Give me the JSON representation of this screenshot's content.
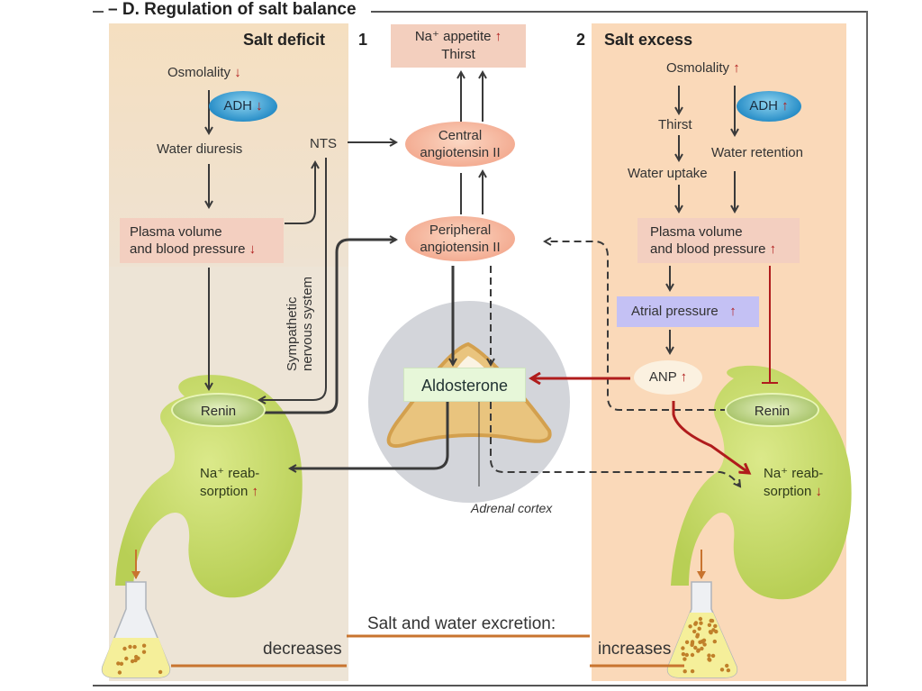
{
  "title": "– D.  Regulation of salt balance",
  "panels": {
    "left": {
      "header": "Salt deficit",
      "number": "1"
    },
    "right": {
      "header": "Salt excess",
      "number": "2"
    }
  },
  "center": {
    "top_box": {
      "line1": "Na⁺ appetite",
      "line2": "Thirst",
      "indicator": "up"
    },
    "central_angiotensin": {
      "line1": "Central",
      "line2": "angiotensin II"
    },
    "peripheral_angiotensin": {
      "line1": "Peripheral",
      "line2": "angiotensin II"
    },
    "aldosterone": "Aldosterone",
    "adrenal_label": "Adrenal cortex"
  },
  "left": {
    "osmolality": "Osmolality",
    "osmolality_indicator": "down",
    "adh": "ADH",
    "adh_indicator": "down",
    "water_diuresis": "Water diuresis",
    "nts": "NTS",
    "plasma_line1": "Plasma volume",
    "plasma_line2": "and blood pressure",
    "plasma_indicator": "down",
    "sympathetic_line1": "Sympathetic",
    "sympathetic_line2": "nervous system",
    "renin": "Renin",
    "na_line1": "Na⁺ reab-",
    "na_line2": "sorption",
    "na_indicator": "up",
    "excretion": "decreases"
  },
  "right": {
    "osmolality": "Osmolality",
    "osmolality_indicator": "up",
    "adh": "ADH",
    "adh_indicator": "up",
    "thirst": "Thirst",
    "water_retention": "Water retention",
    "water_uptake": "Water uptake",
    "plasma_line1": "Plasma volume",
    "plasma_line2": "and blood pressure",
    "plasma_indicator": "up",
    "atrial_pressure": "Atrial pressure",
    "atrial_indicator": "up",
    "anp": "ANP",
    "anp_indicator": "up",
    "renin": "Renin",
    "na_line1": "Na⁺ reab-",
    "na_line2": "sorption",
    "na_indicator": "down",
    "excretion": "increases"
  },
  "footer": {
    "excretion_label": "Salt and water excretion:"
  },
  "colors": {
    "deficit_panel": "#ede4d6",
    "excess_panel": "#fad9b9",
    "arrow_dark": "#3a3a3a",
    "arrow_red": "#b01c1c",
    "kidney": "#c9dc6a",
    "excretion_line": "#c8742f"
  },
  "glyphs": {
    "up": "↑",
    "down": "↓"
  }
}
